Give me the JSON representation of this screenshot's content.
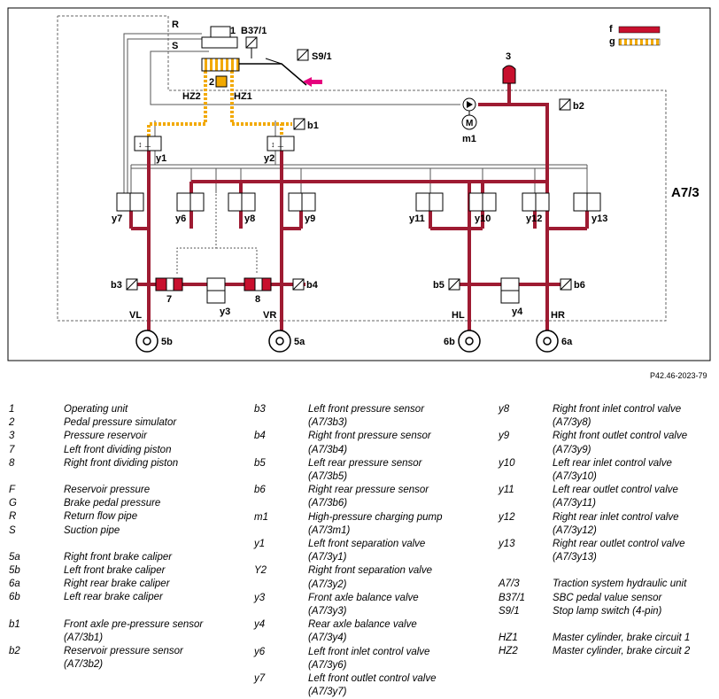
{
  "diagram": {
    "unit_label": "A7/3",
    "lines": {
      "R": "R",
      "S": "S",
      "HZ2": "HZ2",
      "HZ1": "HZ1"
    },
    "components": {
      "c1": "1",
      "c2": "2",
      "c3": "3",
      "b37": "B37/1",
      "s9": "S9/1",
      "b1": "b1",
      "b2": "b2",
      "m1": "m1",
      "y1": "y1",
      "y2": "y2",
      "y7": "y7",
      "y6": "y6",
      "y8": "y8",
      "y9": "y9",
      "y11": "y11",
      "y10": "y10",
      "y12": "y12",
      "y13": "y13",
      "b3": "b3",
      "b4": "b4",
      "b5": "b5",
      "b6": "b6",
      "p7": "7",
      "p8": "8",
      "y3": "y3",
      "y4": "y4",
      "VL": "VL",
      "VR": "VR",
      "HL": "HL",
      "HR": "HR",
      "w5b": "5b",
      "w5a": "5a",
      "w6b": "6b",
      "w6a": "6a"
    },
    "key": {
      "f": "f",
      "g": "g"
    },
    "colors": {
      "f_pressure": "#c8102e",
      "g_pedal": "#f2a900",
      "pointer": "#e6007e"
    }
  },
  "reference": "P42.46-2023-79",
  "legend": {
    "col1": [
      {
        "k": "1",
        "v": "Operating unit"
      },
      {
        "k": "2",
        "v": "Pedal pressure simulator"
      },
      {
        "k": "3",
        "v": "Pressure reservoir"
      },
      {
        "k": "7",
        "v": "Left front dividing piston"
      },
      {
        "k": "8",
        "v": "Right front dividing piston"
      },
      {
        "k": "",
        "v": ""
      },
      {
        "k": "F",
        "v": "Reservoir pressure"
      },
      {
        "k": "G",
        "v": "Brake pedal pressure"
      },
      {
        "k": "R",
        "v": "Return flow pipe"
      },
      {
        "k": "S",
        "v": "Suction pipe"
      },
      {
        "k": "",
        "v": ""
      },
      {
        "k": "5a",
        "v": "Right front brake caliper"
      },
      {
        "k": "5b",
        "v": "Left front brake caliper"
      },
      {
        "k": "6a",
        "v": "Right rear brake caliper"
      },
      {
        "k": "6b",
        "v": "Left rear brake caliper"
      },
      {
        "k": "",
        "v": ""
      },
      {
        "k": "b1",
        "v": "Front axle pre-pressure sensor"
      },
      {
        "k": "",
        "v": "(A7/3b1)"
      },
      {
        "k": "b2",
        "v": "Reservoir pressure sensor"
      },
      {
        "k": "",
        "v": "(A7/3b2)"
      }
    ],
    "col2": [
      {
        "k": "b3",
        "v": "Left front pressure sensor"
      },
      {
        "k": "",
        "v": "(A7/3b3)"
      },
      {
        "k": "b4",
        "v": "Right front pressure sensor"
      },
      {
        "k": "",
        "v": "(A7/3b4)"
      },
      {
        "k": "b5",
        "v": "Left rear pressure sensor"
      },
      {
        "k": "",
        "v": "(A7/3b5)"
      },
      {
        "k": "b6",
        "v": "Right rear pressure sensor"
      },
      {
        "k": "",
        "v": "(A7/3b6)"
      },
      {
        "k": "m1",
        "v": "High-pressure charging pump"
      },
      {
        "k": "",
        "v": "(A7/3m1)"
      },
      {
        "k": "y1",
        "v": "Left front separation valve"
      },
      {
        "k": "",
        "v": "(A7/3y1)"
      },
      {
        "k": "Y2",
        "v": "Right front separation valve"
      },
      {
        "k": "",
        "v": "(A7/3y2)"
      },
      {
        "k": "y3",
        "v": "Front axle balance valve"
      },
      {
        "k": "",
        "v": "(A7/3y3)"
      },
      {
        "k": "y4",
        "v": "Rear axle balance valve"
      },
      {
        "k": "",
        "v": "(A7/3y4)"
      },
      {
        "k": "y6",
        "v": "Left front inlet control valve"
      },
      {
        "k": "",
        "v": "(A7/3y6)"
      },
      {
        "k": "y7",
        "v": "Left front outlet control valve"
      },
      {
        "k": "",
        "v": "(A7/3y7)"
      }
    ],
    "col3": [
      {
        "k": "y8",
        "v": "Right front inlet control valve"
      },
      {
        "k": "",
        "v": "(A7/3y8)"
      },
      {
        "k": "y9",
        "v": "Right front outlet control valve"
      },
      {
        "k": "",
        "v": "(A7/3y9)"
      },
      {
        "k": "y10",
        "v": "Left rear inlet control valve"
      },
      {
        "k": "",
        "v": "(A7/3y10)"
      },
      {
        "k": "y11",
        "v": "Left rear outlet control valve"
      },
      {
        "k": "",
        "v": "(A7/3y11)"
      },
      {
        "k": "y12",
        "v": "Right rear inlet control valve"
      },
      {
        "k": "",
        "v": "(A7/3y12)"
      },
      {
        "k": "y13",
        "v": "Right rear outlet control valve"
      },
      {
        "k": "",
        "v": "(A7/3y13)"
      },
      {
        "k": "",
        "v": ""
      },
      {
        "k": "A7/3",
        "v": "Traction system hydraulic unit"
      },
      {
        "k": "B37/1",
        "v": "SBC pedal value sensor"
      },
      {
        "k": "S9/1",
        "v": "Stop lamp switch (4-pin)"
      },
      {
        "k": "",
        "v": ""
      },
      {
        "k": "HZ1",
        "v": "Master cylinder, brake circuit 1"
      },
      {
        "k": "HZ2",
        "v": "Master cylinder, brake circuit 2"
      }
    ]
  }
}
